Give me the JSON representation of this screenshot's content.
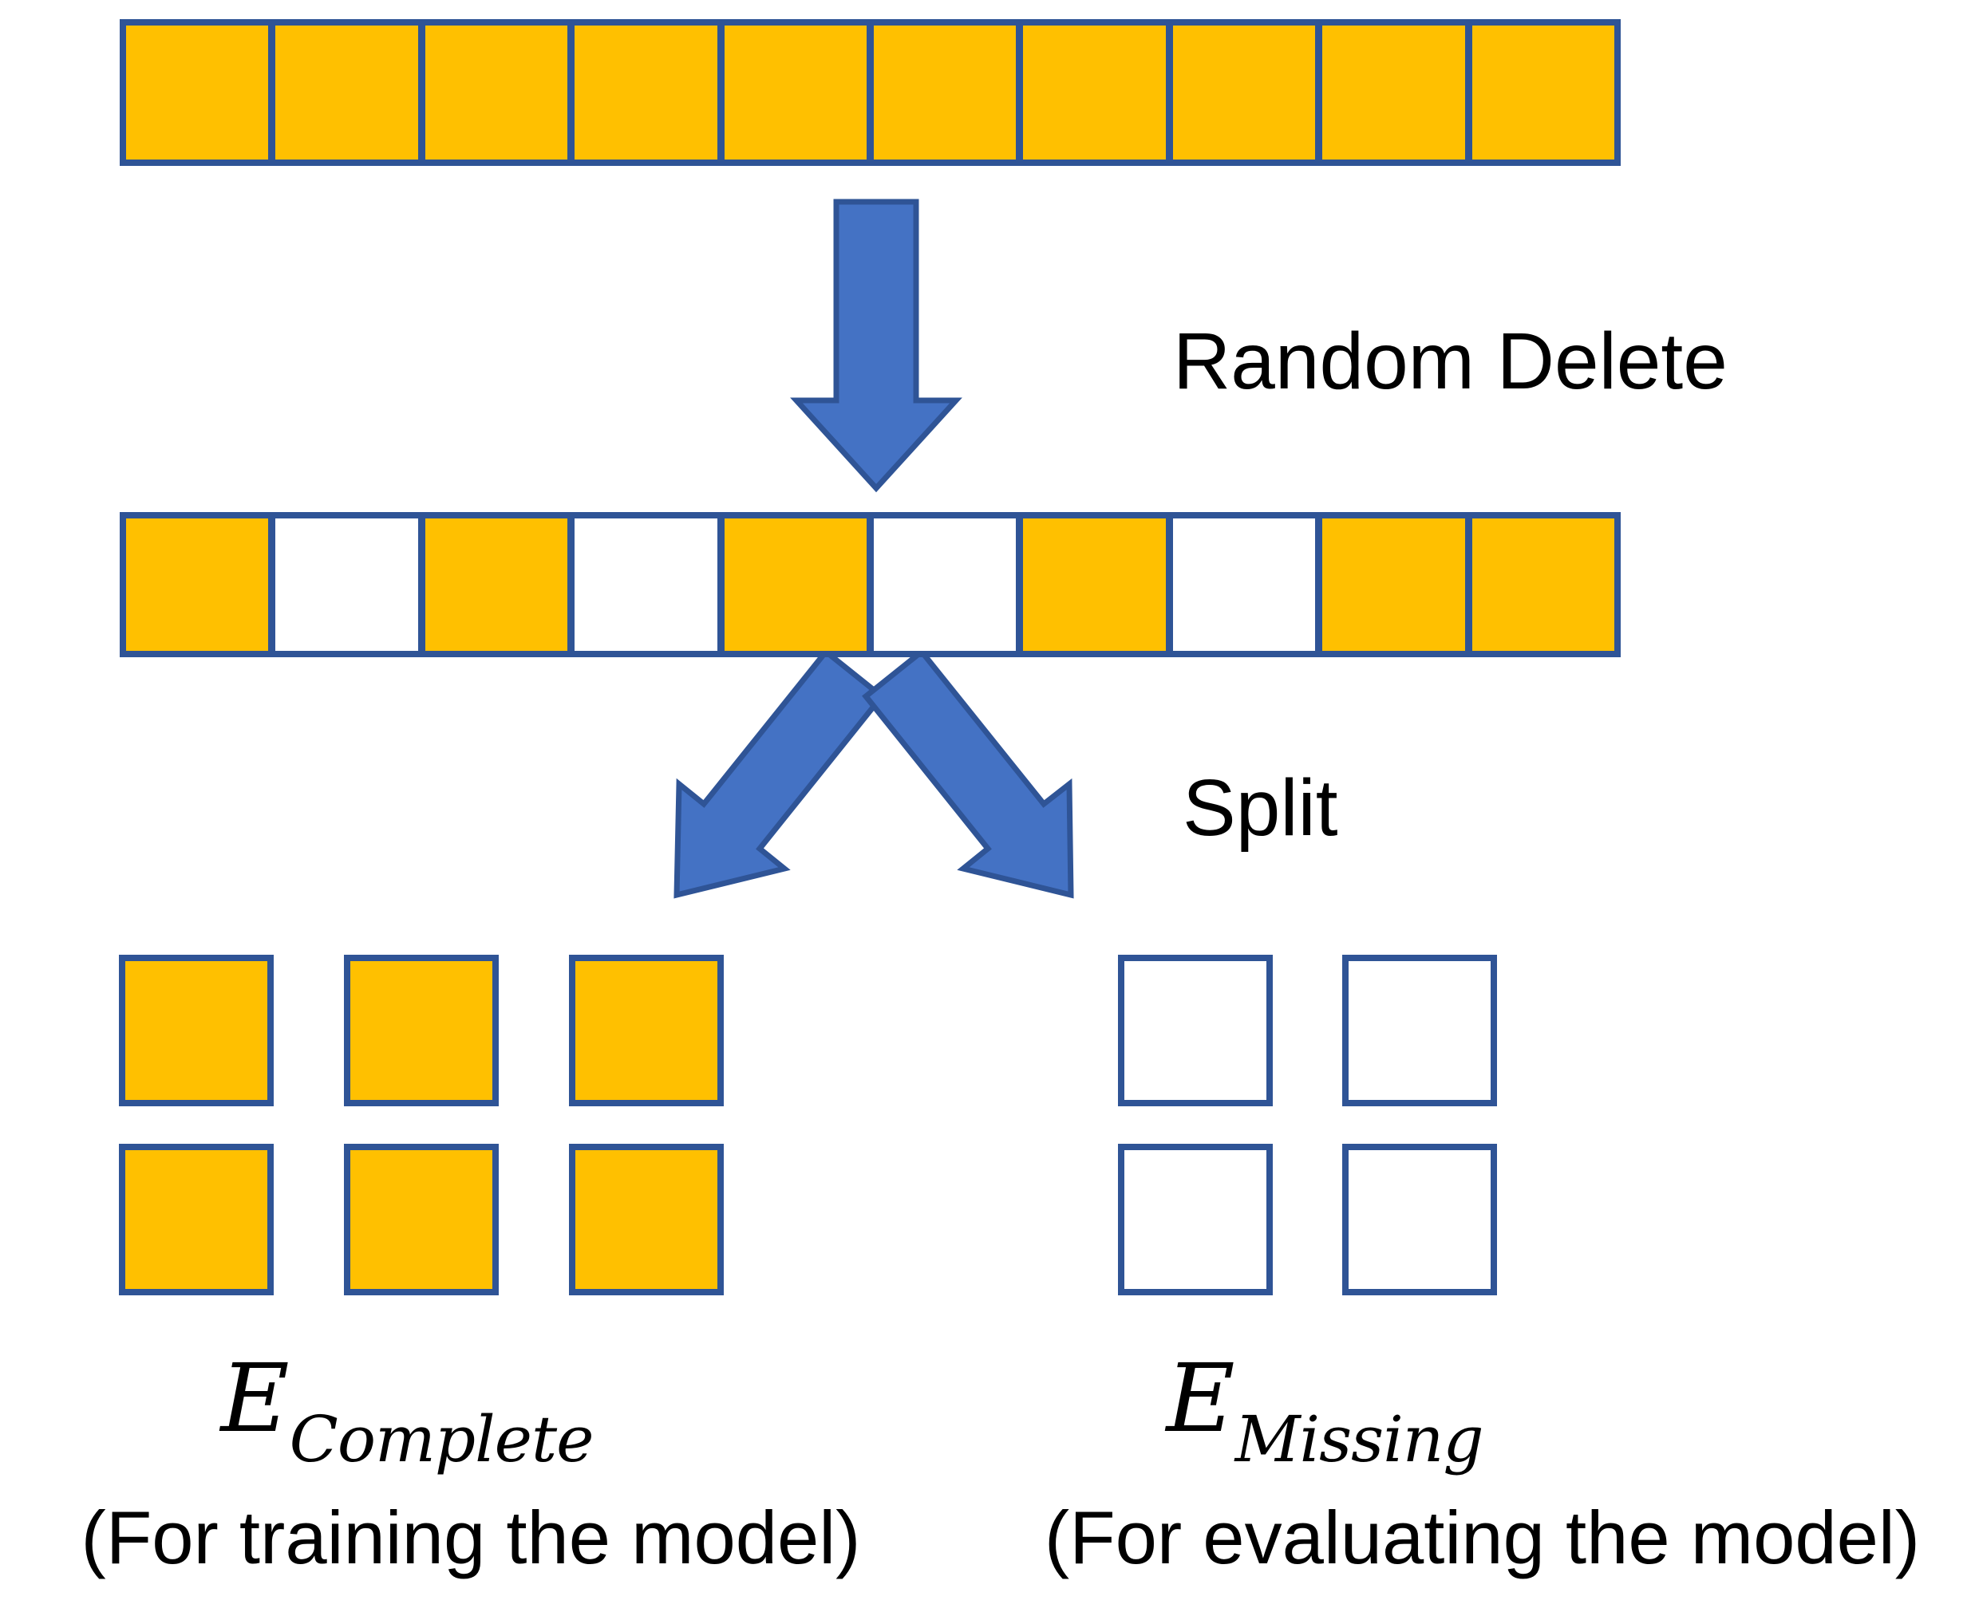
{
  "diagram_title": "Random delete and split of dataset into complete and missing entries",
  "colors": {
    "cell_fill": "#FFC000",
    "cell_border": "#2F5496",
    "arrow_fill": "#4472C4",
    "arrow_border": "#2F5496",
    "text": "#000000"
  },
  "rows": {
    "original": {
      "description": "full data row, 10 filled cells",
      "cells": [
        "filled",
        "filled",
        "filled",
        "filled",
        "filled",
        "filled",
        "filled",
        "filled",
        "filled",
        "filled"
      ]
    },
    "after_delete": {
      "description": "row after random deletion",
      "cells": [
        "filled",
        "empty",
        "filled",
        "empty",
        "filled",
        "empty",
        "filled",
        "empty",
        "filled",
        "filled"
      ]
    }
  },
  "groups": {
    "complete": {
      "cells": [
        "filled",
        "filled",
        "filled",
        "filled",
        "filled",
        "filled"
      ]
    },
    "missing": {
      "cells": [
        "empty",
        "empty",
        "empty",
        "empty"
      ]
    }
  },
  "labels": {
    "random_delete": "Random Delete",
    "split": "Split",
    "e_complete_base": "E",
    "e_complete_sub": "Complete",
    "e_missing_base": "E",
    "e_missing_sub": "Missing",
    "for_training": "(For training the model)",
    "for_evaluating": "(For evaluating the model)"
  }
}
